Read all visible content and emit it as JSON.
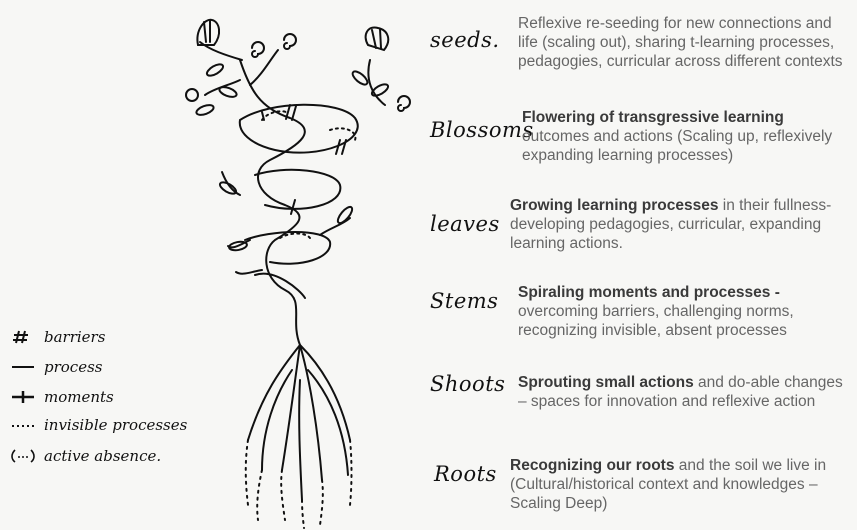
{
  "legend": [
    {
      "symbol": "barrier-icon",
      "label": "barriers"
    },
    {
      "symbol": "process-icon",
      "label": "process"
    },
    {
      "symbol": "moment-icon",
      "label": "moments"
    },
    {
      "symbol": "invisible-process-icon",
      "label": "invisible processes"
    },
    {
      "symbol": "active-absence-icon",
      "label": "active absence."
    }
  ],
  "stages": [
    {
      "label": "seeds.",
      "bold": "",
      "text": "Reflexive re-seeding for new connections and life (scaling out), sharing t-learning processes, pedagogies, curricular across different contexts"
    },
    {
      "label": "Blossoms",
      "bold": "Flowering of transgressive learning",
      "text": " outcomes and actions (Scaling up, reflexively expanding learning processes)"
    },
    {
      "label": "leaves",
      "bold": "Growing learning processes",
      "text": " in their fullness- developing pedagogies, curricular, expanding learning actions."
    },
    {
      "label": "Stems",
      "bold": "Spiraling moments and processes -",
      "text": " overcoming barriers, challenging norms, recognizing invisible, absent processes"
    },
    {
      "label": "Shoots",
      "bold": "Sprouting small actions",
      "text": " and do-able changes – spaces for innovation and reflexive action"
    },
    {
      "label": "Roots",
      "bold": "Recognizing our roots",
      "text": " and the soil we live in  (Cultural/historical context and knowledges – Scaling Deep)"
    }
  ],
  "colors": {
    "ink": "#111111",
    "desc_text": "#666666",
    "bold_text": "#3a3a3a",
    "background": "#f7f7f5"
  }
}
